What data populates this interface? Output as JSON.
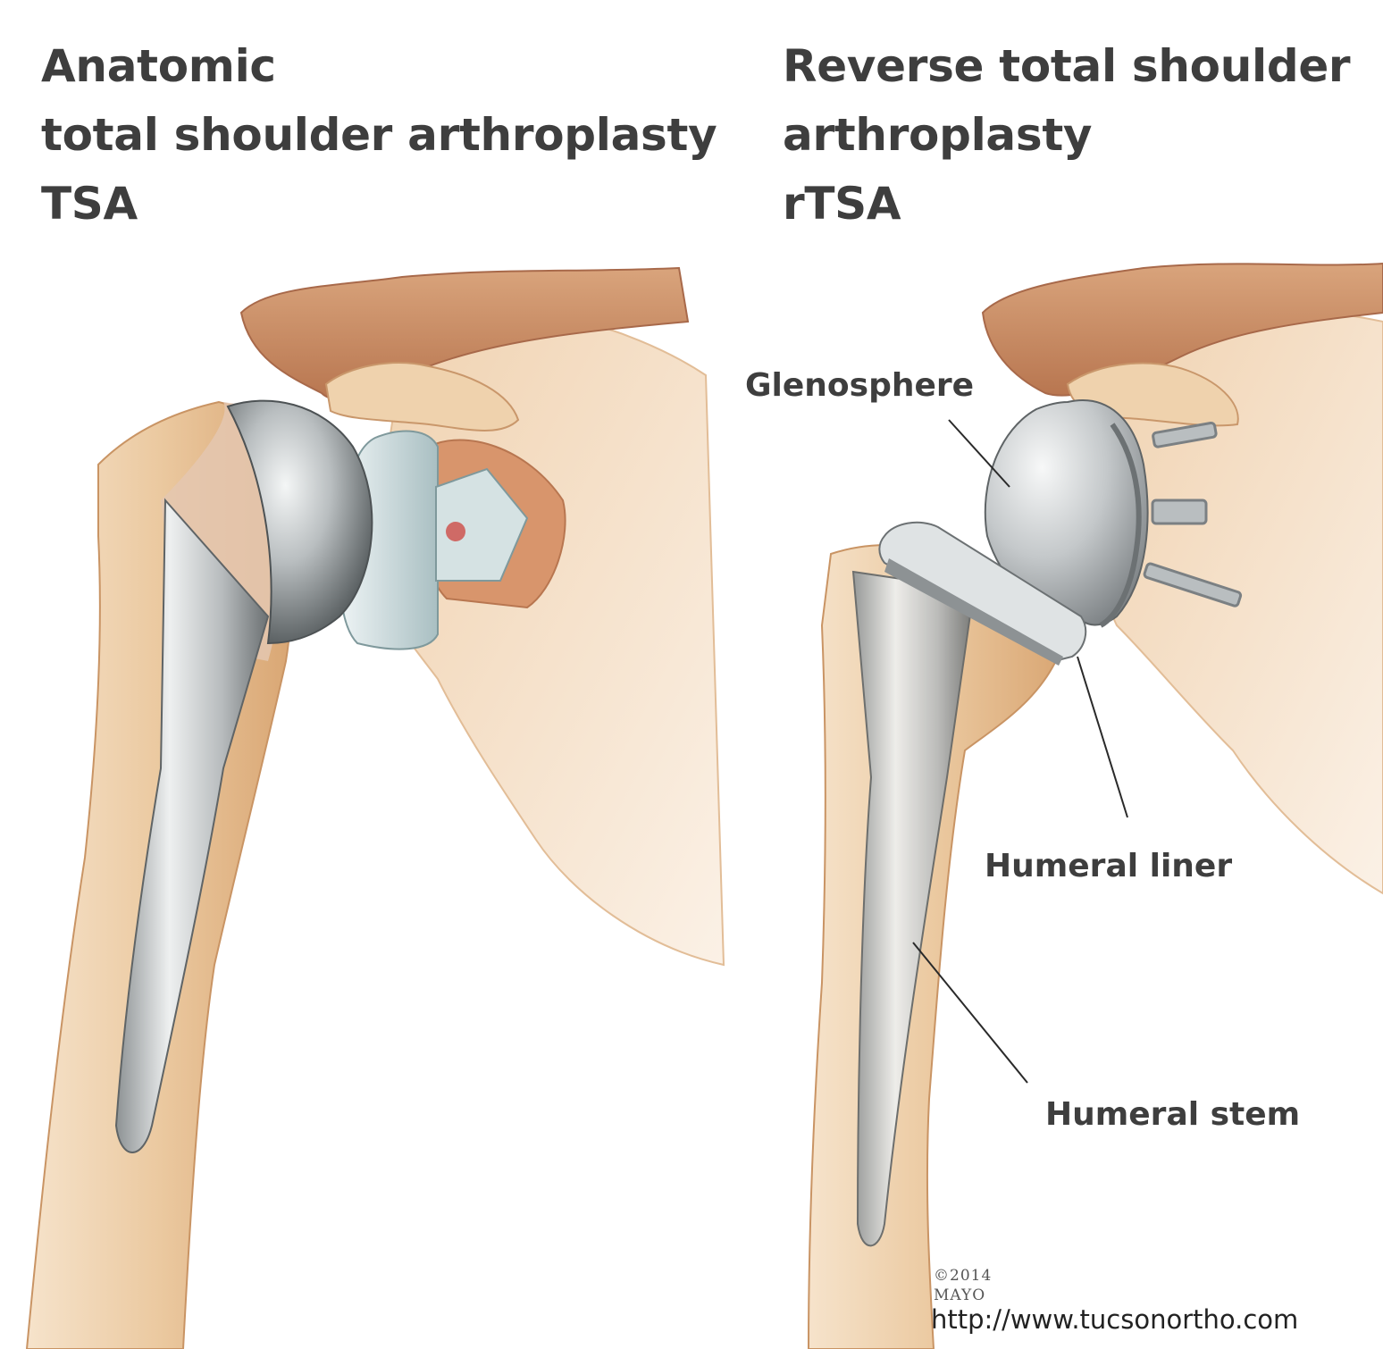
{
  "left_title": {
    "line1": "Anatomic",
    "line2": "total shoulder arthroplasty",
    "line3": "TSA"
  },
  "right_title": {
    "line1": "Reverse total shoulder",
    "line2": "arthroplasty",
    "line3": "rTSA"
  },
  "labels": {
    "glenosphere": "Glenosphere",
    "humeral_liner": "Humeral liner",
    "humeral_stem": "Humeral stem"
  },
  "credit": {
    "year": "©2014",
    "org": "MAYO",
    "url": "http://www.tucsonortho.com"
  },
  "colors": {
    "bone_light": "#f3dcc0",
    "bone_mid": "#e3b98a",
    "bone_dark": "#c88e5c",
    "acromion": "#c98a60",
    "metal_light": "#e6e8e8",
    "metal_mid": "#a7acae",
    "metal_dark": "#5f6466",
    "poly": "#c9d8da",
    "text": "#3e3e3e"
  }
}
